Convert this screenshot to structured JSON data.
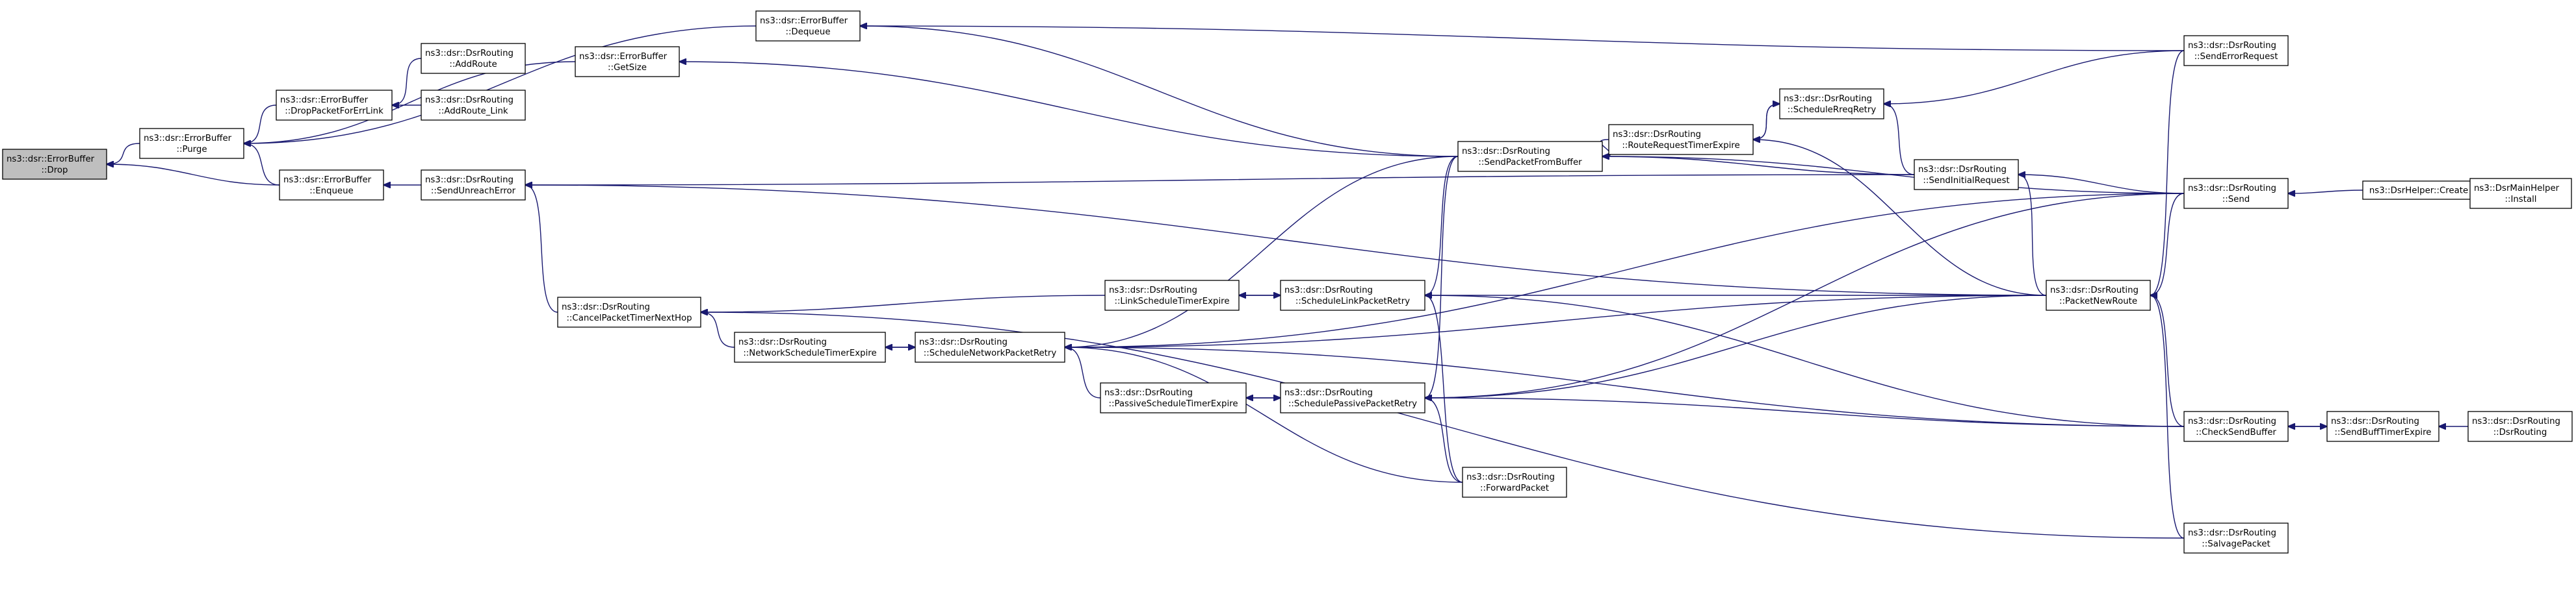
{
  "diagram": {
    "nodes": [
      {
        "id": "n0",
        "focus": true,
        "lines": [
          "ns3::dsr::ErrorBuffer",
          "::Drop"
        ]
      },
      {
        "id": "n1",
        "lines": [
          "ns3::dsr::ErrorBuffer",
          "::Purge"
        ]
      },
      {
        "id": "n2",
        "lines": [
          "ns3::dsr::ErrorBuffer",
          "::Enqueue"
        ]
      },
      {
        "id": "n3",
        "lines": [
          "ns3::dsr::ErrorBuffer",
          "::DropPacketForErrLink"
        ]
      },
      {
        "id": "n4",
        "lines": [
          "ns3::dsr::ErrorBuffer",
          "::Dequeue"
        ]
      },
      {
        "id": "n5",
        "lines": [
          "ns3::dsr::ErrorBuffer",
          "::GetSize"
        ]
      },
      {
        "id": "n6",
        "lines": [
          "ns3::dsr::DsrRouting",
          "::AddRoute"
        ]
      },
      {
        "id": "n7",
        "lines": [
          "ns3::dsr::DsrRouting",
          "::AddRoute_Link"
        ]
      },
      {
        "id": "n8",
        "lines": [
          "ns3::dsr::DsrRouting",
          "::SendUnreachError"
        ]
      },
      {
        "id": "n9",
        "lines": [
          "ns3::dsr::DsrRouting",
          "::CancelPacketTimerNextHop"
        ]
      },
      {
        "id": "n10",
        "lines": [
          "ns3::dsr::DsrRouting",
          "::NetworkScheduleTimerExpire"
        ]
      },
      {
        "id": "n11",
        "lines": [
          "ns3::dsr::DsrRouting",
          "::ScheduleNetworkPacketRetry"
        ]
      },
      {
        "id": "n12",
        "lines": [
          "ns3::dsr::DsrRouting",
          "::LinkScheduleTimerExpire"
        ]
      },
      {
        "id": "n13",
        "lines": [
          "ns3::dsr::DsrRouting",
          "::PassiveScheduleTimerExpire"
        ]
      },
      {
        "id": "n14",
        "lines": [
          "ns3::dsr::DsrRouting",
          "::ScheduleLinkPacketRetry"
        ]
      },
      {
        "id": "n15",
        "lines": [
          "ns3::dsr::DsrRouting",
          "::SchedulePassivePacketRetry"
        ]
      },
      {
        "id": "n16",
        "lines": [
          "ns3::dsr::DsrRouting",
          "::SendPacketFromBuffer"
        ]
      },
      {
        "id": "n17",
        "lines": [
          "ns3::dsr::DsrRouting",
          "::ForwardPacket"
        ]
      },
      {
        "id": "n18",
        "lines": [
          "ns3::dsr::DsrRouting",
          "::RouteRequestTimerExpire"
        ]
      },
      {
        "id": "n19",
        "lines": [
          "ns3::dsr::DsrRouting",
          "::ScheduleRreqRetry"
        ]
      },
      {
        "id": "n20",
        "lines": [
          "ns3::dsr::DsrRouting",
          "::SendInitialRequest"
        ]
      },
      {
        "id": "n21",
        "lines": [
          "ns3::dsr::DsrRouting",
          "::PacketNewRoute"
        ]
      },
      {
        "id": "n22",
        "lines": [
          "ns3::dsr::DsrRouting",
          "::SendErrorRequest"
        ]
      },
      {
        "id": "n23",
        "lines": [
          "ns3::dsr::DsrRouting",
          "::Send"
        ]
      },
      {
        "id": "n24",
        "lines": [
          "ns3::dsr::DsrRouting",
          "::CheckSendBuffer"
        ]
      },
      {
        "id": "n25",
        "lines": [
          "ns3::dsr::DsrRouting",
          "::SalvagePacket"
        ]
      },
      {
        "id": "n26",
        "lines": [
          "ns3::dsr::DsrRouting",
          "::SendBuffTimerExpire"
        ]
      },
      {
        "id": "n27",
        "lines": [
          "ns3::DsrHelper::Create"
        ]
      },
      {
        "id": "n28",
        "lines": [
          "ns3::DsrMainHelper",
          "::Install"
        ]
      },
      {
        "id": "n29",
        "lines": [
          "ns3::dsr::DsrRouting",
          "::DsrRouting"
        ]
      }
    ],
    "edges": [
      {
        "from": "n1",
        "to": "n0"
      },
      {
        "from": "n2",
        "to": "n0"
      },
      {
        "from": "n2",
        "to": "n1"
      },
      {
        "from": "n3",
        "to": "n1"
      },
      {
        "from": "n4",
        "to": "n1"
      },
      {
        "from": "n5",
        "to": "n1"
      },
      {
        "from": "n6",
        "to": "n3"
      },
      {
        "from": "n7",
        "to": "n3"
      },
      {
        "from": "n8",
        "to": "n2"
      },
      {
        "from": "n9",
        "to": "n8"
      },
      {
        "from": "n10",
        "to": "n9"
      },
      {
        "from": "n11",
        "to": "n10"
      },
      {
        "from": "n10",
        "to": "n11"
      },
      {
        "from": "n12",
        "to": "n9"
      },
      {
        "from": "n14",
        "to": "n12"
      },
      {
        "from": "n12",
        "to": "n14"
      },
      {
        "from": "n13",
        "to": "n11"
      },
      {
        "from": "n15",
        "to": "n13"
      },
      {
        "from": "n13",
        "to": "n15"
      },
      {
        "from": "n16",
        "to": "n11"
      },
      {
        "from": "n16",
        "to": "n14"
      },
      {
        "from": "n16",
        "to": "n15"
      },
      {
        "from": "n16",
        "to": "n4"
      },
      {
        "from": "n16",
        "to": "n5"
      },
      {
        "from": "n17",
        "to": "n11"
      },
      {
        "from": "n17",
        "to": "n14"
      },
      {
        "from": "n17",
        "to": "n15"
      },
      {
        "from": "n18",
        "to": "n16"
      },
      {
        "from": "n19",
        "to": "n18"
      },
      {
        "from": "n18",
        "to": "n19"
      },
      {
        "from": "n20",
        "to": "n19"
      },
      {
        "from": "n20",
        "to": "n8"
      },
      {
        "from": "n20",
        "to": "n16"
      },
      {
        "from": "n21",
        "to": "n20"
      },
      {
        "from": "n21",
        "to": "n14"
      },
      {
        "from": "n21",
        "to": "n15"
      },
      {
        "from": "n21",
        "to": "n11"
      },
      {
        "from": "n21",
        "to": "n18"
      },
      {
        "from": "n22",
        "to": "n19"
      },
      {
        "from": "n22",
        "to": "n21"
      },
      {
        "from": "n22",
        "to": "n4"
      },
      {
        "from": "n23",
        "to": "n20"
      },
      {
        "from": "n23",
        "to": "n21"
      },
      {
        "from": "n23",
        "to": "n16"
      },
      {
        "from": "n23",
        "to": "n11"
      },
      {
        "from": "n23",
        "to": "n15"
      },
      {
        "from": "n24",
        "to": "n21"
      },
      {
        "from": "n24",
        "to": "n14"
      },
      {
        "from": "n24",
        "to": "n15"
      },
      {
        "from": "n24",
        "to": "n11"
      },
      {
        "from": "n25",
        "to": "n21"
      },
      {
        "from": "n25",
        "to": "n9"
      },
      {
        "from": "n21",
        "to": "n8"
      },
      {
        "from": "n26",
        "to": "n24"
      },
      {
        "from": "n24",
        "to": "n26"
      },
      {
        "from": "n27",
        "to": "n23"
      },
      {
        "from": "n28",
        "to": "n27"
      },
      {
        "from": "n29",
        "to": "n26"
      }
    ]
  }
}
